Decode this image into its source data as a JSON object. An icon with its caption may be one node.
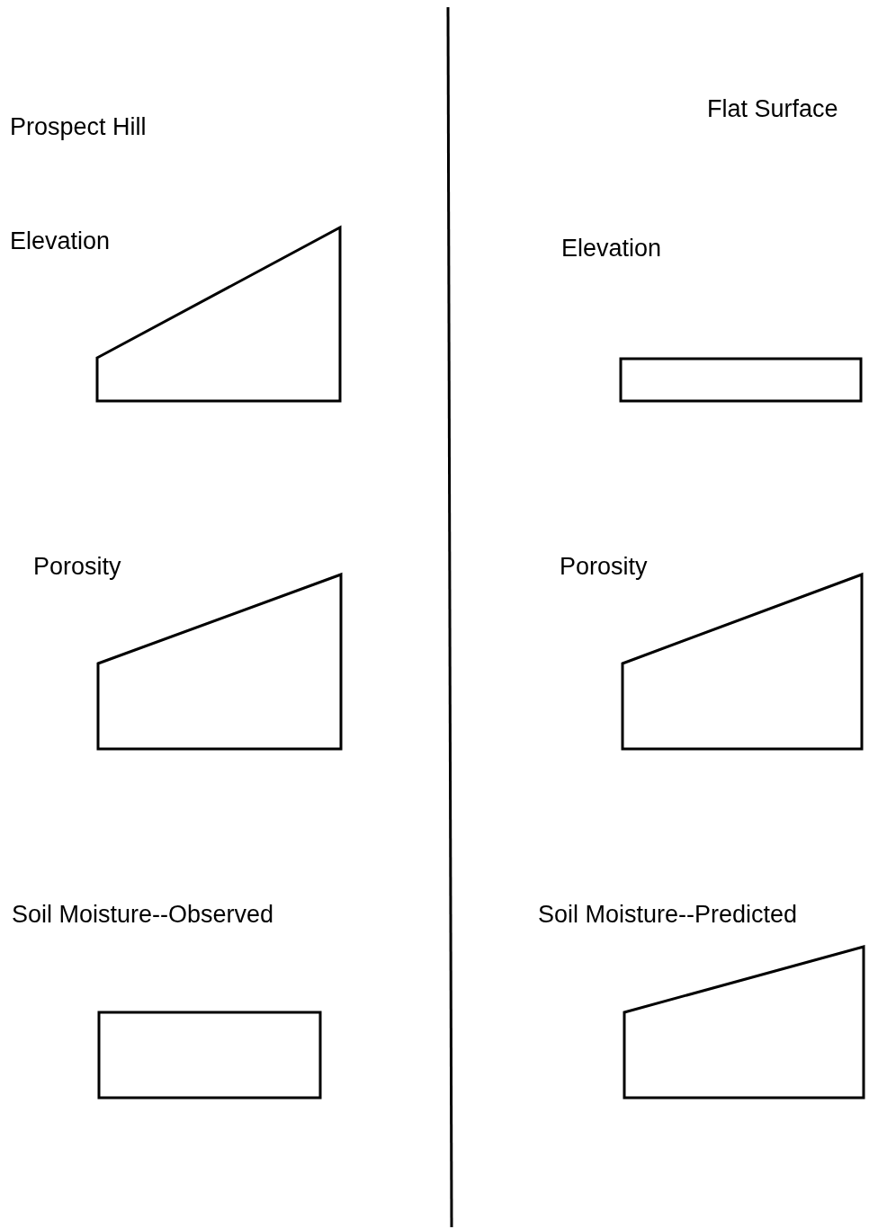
{
  "diagram": {
    "labels": [
      "Prospect Hill",
      "Flat Surface",
      "Elevation",
      "Elevation",
      "Porosity",
      "Porosity",
      "Soil Moisture--Observed",
      "Soil Moisture--Predicted"
    ]
  }
}
